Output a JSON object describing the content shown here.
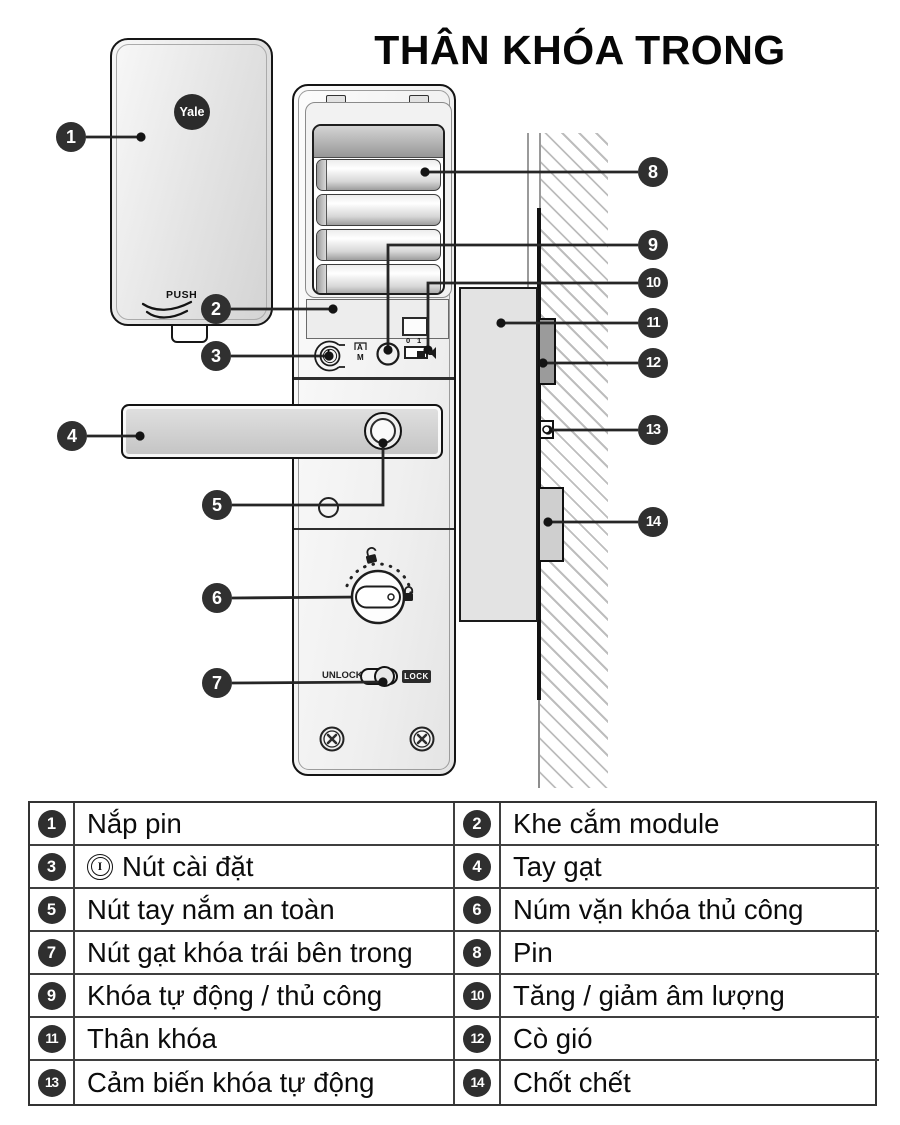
{
  "title": "THÂN KHÓA TRONG",
  "brand": {
    "logo": "Yale"
  },
  "diagram": {
    "push_label": "PUSH",
    "unlock_label": "UNLOCK",
    "lock_label": "LOCK",
    "setting_glyph": "I",
    "am_switch": {
      "a": "A",
      "m": "M"
    },
    "volume_switch": {
      "zero": "0",
      "one": "1"
    }
  },
  "colors": {
    "callout_bg": "#303030",
    "line": "#262626",
    "handle_fill": "#c9c9c9",
    "mortise_fill": "#e3e3e3",
    "wall_hatch": "#bdbdbd"
  },
  "legend": {
    "rows": [
      {
        "n": "1",
        "label": "Nắp pin"
      },
      {
        "n": "2",
        "label": "Khe cắm module"
      },
      {
        "n": "3",
        "label": "Nút cài đặt"
      },
      {
        "n": "4",
        "label": "Tay gạt"
      },
      {
        "n": "5",
        "label": "Nút tay nắm an toàn"
      },
      {
        "n": "6",
        "label": "Núm vặn khóa thủ công"
      },
      {
        "n": "7",
        "label": "Nút gạt khóa trái bên trong"
      },
      {
        "n": "8",
        "label": "Pin"
      },
      {
        "n": "9",
        "label": "Khóa tự động / thủ công"
      },
      {
        "n": "10",
        "label": "Tăng / giảm âm lượng"
      },
      {
        "n": "11",
        "label": "Thân khóa"
      },
      {
        "n": "12",
        "label": "Cò gió"
      },
      {
        "n": "13",
        "label": "Cảm biến khóa tự động"
      },
      {
        "n": "14",
        "label": "Chốt chết"
      }
    ]
  }
}
